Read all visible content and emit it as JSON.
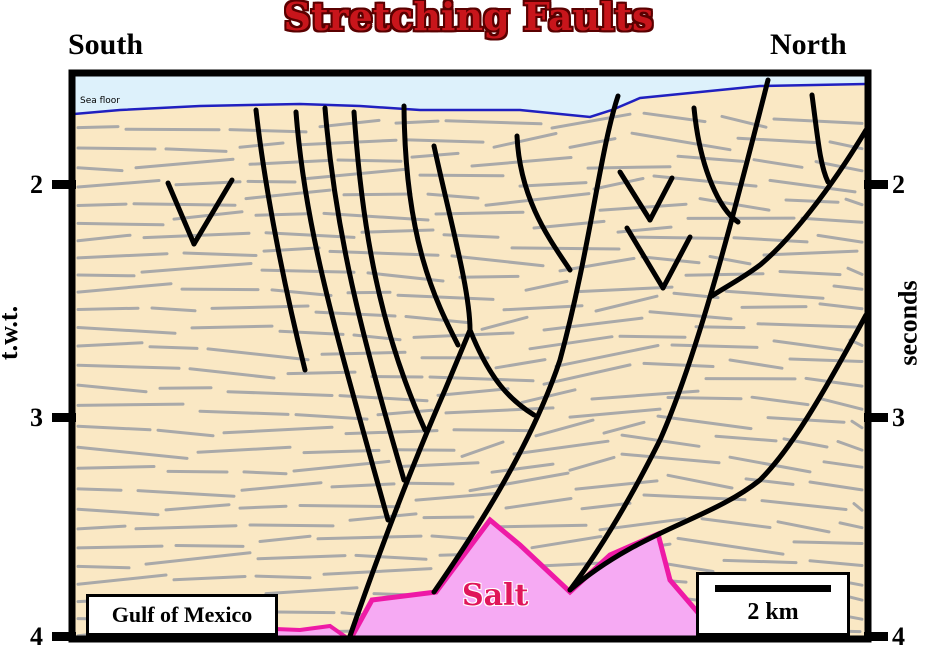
{
  "title": "Stretching Faults",
  "south_label": "South",
  "north_label": "North",
  "y_axis_left": "t.w.t.",
  "y_axis_right": "seconds",
  "ticks_left": [
    "2",
    "3",
    "4"
  ],
  "ticks_right": [
    "2",
    "3",
    "4"
  ],
  "sea_floor_label": "Sea floor",
  "salt_label": "Salt",
  "location_label": "Gulf of Mexico",
  "scale_label": "2 km",
  "colors": {
    "sediment": "#fae8c4",
    "water": "#ddf1fb",
    "salt_fill": "#f6aaf3",
    "salt_edge": "#ee1aa6",
    "reflector": "#a9a9a9",
    "fault": "#000000",
    "seafloor_line": "#2020c0",
    "title": "#c8151b"
  }
}
